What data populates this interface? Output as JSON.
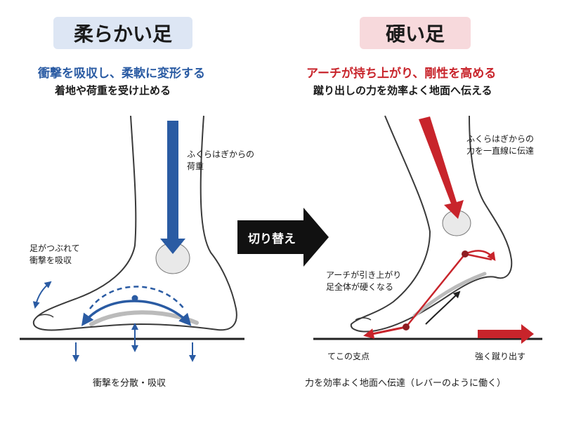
{
  "colors": {
    "blue": "#2a5ba3",
    "red": "#c8242b",
    "tag_left_bg": "#dde6f4",
    "tag_right_bg": "#f7d9dc",
    "foot_stroke": "#3a3a3a",
    "bone_fill": "#e9e9e9",
    "ground": "#222222"
  },
  "left": {
    "title": "柔らかい足",
    "headline": "衝撃を吸収し、柔軟に変形する",
    "subline": "着地や荷重を受け止める",
    "load_note": [
      "ふくらはぎからの",
      "荷重"
    ],
    "deform_note": [
      "足がつぶれて",
      "衝撃を吸収"
    ],
    "caption": "衝撃を分散・吸収"
  },
  "switch": {
    "label": "切り替え"
  },
  "right": {
    "title": "硬い足",
    "headline": "アーチが持ち上がり、剛性を高める",
    "subline": "蹴り出しの力を効率よく地面へ伝える",
    "force_note": [
      "ふくらはぎからの",
      "力を一直線に伝達"
    ],
    "arch_note": [
      "アーチが引き上がり",
      "足全体が硬くなる"
    ],
    "fulcrum_label": "てこの支点",
    "push_label": "強く蹴り出す",
    "caption": "力を効率よく地面へ伝達（レバーのように働く）"
  },
  "icons": {
    "load_arrow": "down-arrow-icon",
    "switch_arrow": "right-arrow-icon",
    "curved_arrow": "curved-arrow-icon"
  }
}
